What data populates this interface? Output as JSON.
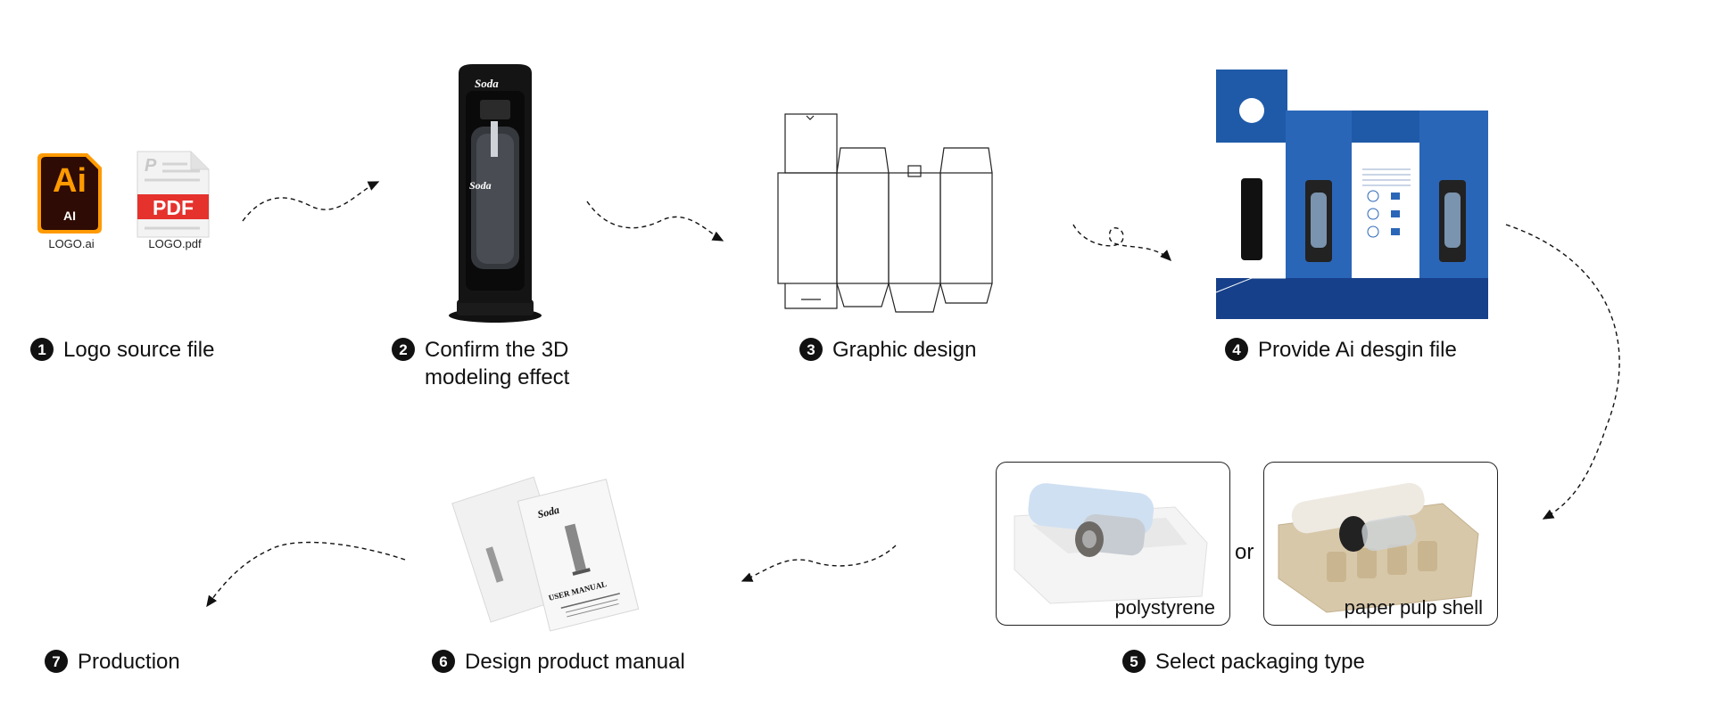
{
  "steps": [
    {
      "num": "1",
      "label": "Logo source file"
    },
    {
      "num": "2",
      "label_line1": "Confirm the 3D",
      "label_line2": "modeling effect"
    },
    {
      "num": "3",
      "label": "Graphic design"
    },
    {
      "num": "4",
      "label": "Provide Ai desgin file"
    },
    {
      "num": "5",
      "label": "Select packaging type"
    },
    {
      "num": "6",
      "label": "Design product manual"
    },
    {
      "num": "7",
      "label": "Production"
    }
  ],
  "files": {
    "ai_icon_text": "Ai",
    "ai_icon_sub": "AI",
    "ai_caption": "LOGO.ai",
    "pdf_icon_text": "PDF",
    "pdf_caption": "LOGO.pdf"
  },
  "packaging": {
    "option_a": "polystyrene",
    "connector": "or",
    "option_b": "paper pulp shell"
  },
  "manual": {
    "title": "USER MANUAL"
  },
  "colors": {
    "ai_bg": "#2e0b04",
    "ai_orange": "#ff9a00",
    "pdf_red": "#e5322d",
    "box_blue": "#1f5aa8",
    "box_blue_dark": "#17408a"
  }
}
